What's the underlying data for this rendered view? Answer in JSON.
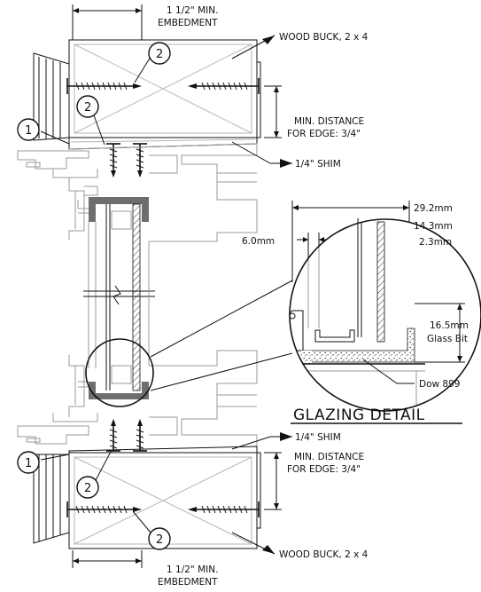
{
  "labels": {
    "embedment_top_line1": "1 1/2\" MIN.",
    "embedment_top_line2": "EMBEDMENT",
    "wood_buck_top": "WOOD BUCK, 2 x 4",
    "min_distance_top_line1": "MIN. DISTANCE",
    "min_distance_top_line2": "FOR EDGE:  3/4\"",
    "shim_top": "1/4\" SHIM",
    "dim_29_2": "29.2mm",
    "dim_14_3": "14.3mm",
    "dim_6_0": "6.0mm",
    "dim_2_3": "2.3mm",
    "glass_bite_line1": "16.5mm",
    "glass_bite_line2": "Glass Bit",
    "dow": "Dow 899",
    "glazing_detail": "GLAZING DETAIL",
    "shim_bottom": "1/4\" SHIM",
    "min_distance_bottom_line1": "MIN. DISTANCE",
    "min_distance_bottom_line2": "FOR EDGE:  3/4\"",
    "wood_buck_bottom": "WOOD BUCK, 2 x 4",
    "embedment_bottom_line1": "1 1/2\" MIN.",
    "embedment_bottom_line2": "EMBEDMENT"
  },
  "callouts": {
    "c1_top": "1",
    "c1_bottom": "1",
    "c2_top_a": "2",
    "c2_top_b": "2",
    "c2_bottom_a": "2",
    "c2_bottom_b": "2"
  },
  "colors": {
    "line": "#111111",
    "frame_gray": "#9a9a9a",
    "glazing_bead": "#6e6e6e"
  }
}
